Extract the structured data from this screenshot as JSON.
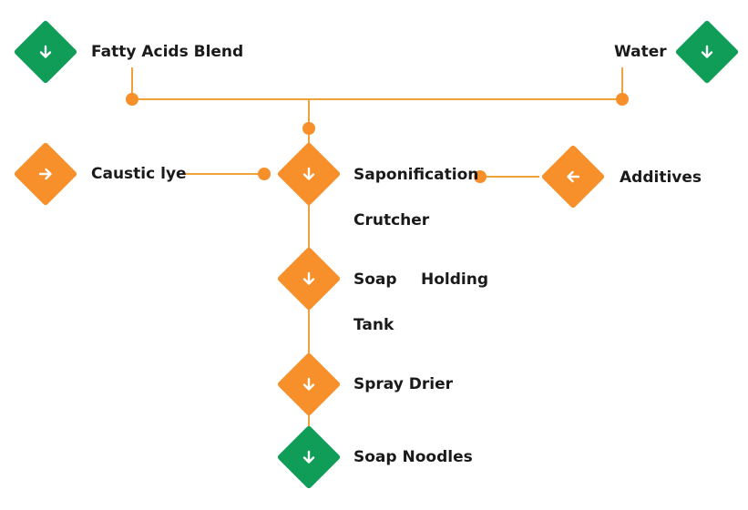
{
  "colors": {
    "green": "#0f9d58",
    "orange": "#f78f2b",
    "connector": "#f0a23a",
    "text": "#1a1a1a"
  },
  "nodes": {
    "fatty_acids": {
      "label": "Fatty Acids Blend",
      "icon": "arrow-down-icon"
    },
    "water": {
      "label": "Water",
      "icon": "arrow-down-icon"
    },
    "caustic": {
      "label": "Caustic lye",
      "icon": "arrow-right-icon"
    },
    "saponification": {
      "label_1": "Saponification",
      "label_2": "Crutcher",
      "icon": "arrow-down-icon"
    },
    "additives": {
      "label": "Additives",
      "icon": "arrow-left-icon"
    },
    "holding": {
      "label_1": "Soap",
      "label_2": "Holding",
      "label_3": "Tank",
      "icon": "arrow-down-icon"
    },
    "spray": {
      "label": "Spray Drier",
      "icon": "arrow-down-icon"
    },
    "noodles": {
      "label": "Soap Noodles",
      "icon": "arrow-down-icon"
    }
  }
}
